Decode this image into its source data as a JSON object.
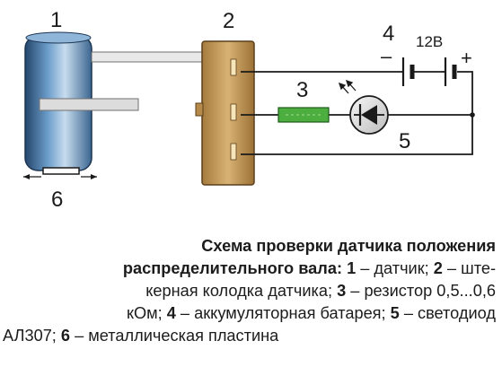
{
  "labels": {
    "sensor": "1",
    "connector": "2",
    "resistor": "3",
    "battery": "4",
    "led": "5",
    "plate": "6",
    "voltage": "12В",
    "minus": "–",
    "plus": "+"
  },
  "caption": {
    "title": "Схема проверки датчика положения",
    "line2_prefix": "распределительного вала: ",
    "n1": "1",
    "t1": " – датчик; ",
    "n2": "2",
    "t2": " – ште-",
    "line3_a": "керная колодка датчика; ",
    "n3": "3",
    "line3_b": " – резистор 0,5...0,6",
    "line4_a": "кОм; ",
    "n4": "4",
    "line4_b": " – аккумуляторная батарея; ",
    "n5": "5",
    "line4_c": " – светодиод",
    "line5_a": "АЛ307; ",
    "n6": "6",
    "line5_b": " – металлическая пластина"
  },
  "colors": {
    "sensor_body": "#5e8fbf",
    "connector": "#c8a062",
    "resistor": "#3fa83a",
    "wire": "#1a1a1a"
  }
}
